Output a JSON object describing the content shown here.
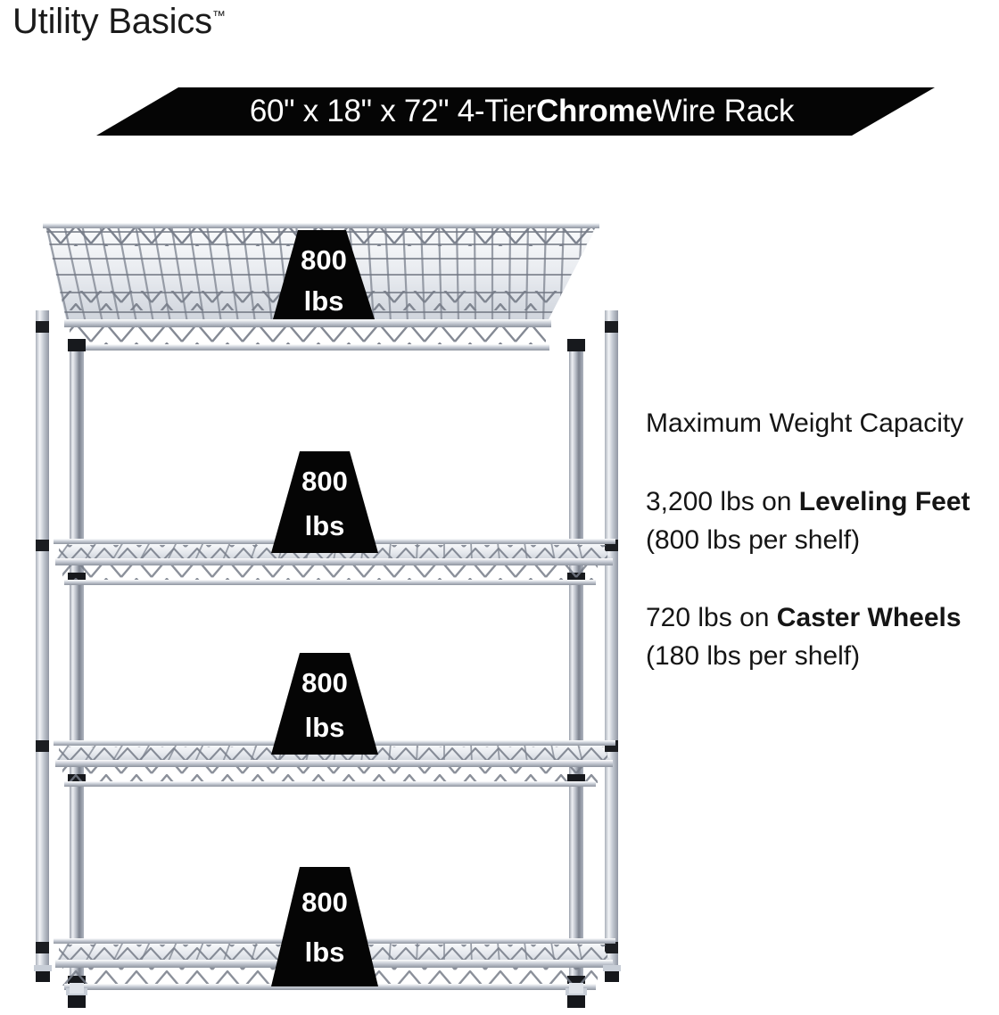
{
  "brand": {
    "name": "Utility Basics",
    "trademark": "™"
  },
  "banner": {
    "text_prefix": "60\" x 18\" x 72\" 4-Tier ",
    "text_bold": "Chrome",
    "text_suffix": " Wire Rack",
    "full_text": "60\" x 18\" x 72\" 4-Tier Chrome Wire Rack",
    "background_color": "#050505",
    "text_color": "#ffffff"
  },
  "copy": {
    "heading": "Maximum Weight Capacity",
    "paragraph_1": {
      "lead": "3,200 lbs on ",
      "bold": "Leveling Feet",
      "tail": " (800 lbs per shelf)",
      "full_text": "3,200 lbs on Leveling Feet (800 lbs per shelf)"
    },
    "paragraph_2": {
      "lead": "720 lbs on ",
      "bold": "Caster Wheels",
      "tail": " (180 lbs per shelf)",
      "full_text": "720 lbs on Caster Wheels (180 lbs per shelf)"
    }
  },
  "product": {
    "type": "4-tier chrome wire shelving rack",
    "shelf_count": 4,
    "finish_color": "#b9bec8",
    "badge_color": "#050505"
  },
  "badges": [
    {
      "id": "shelf-1",
      "value": "800",
      "unit": "lbs"
    },
    {
      "id": "shelf-2",
      "value": "800",
      "unit": "lbs"
    },
    {
      "id": "shelf-3",
      "value": "800",
      "unit": "lbs"
    },
    {
      "id": "shelf-4",
      "value": "800",
      "unit": "lbs"
    }
  ]
}
